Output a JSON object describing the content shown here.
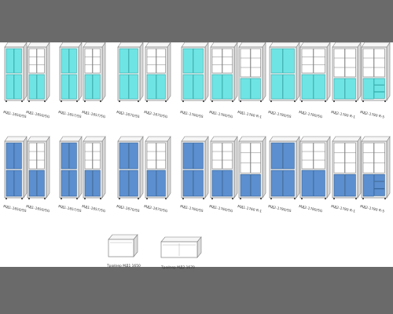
{
  "colors": {
    "band": "#6a6a6a",
    "row1_fill": "#6fe4e4",
    "row1_stroke": "#2aa7a7",
    "row2_fill": "#5c8fcf",
    "row2_stroke": "#2f5f96",
    "body_fill": "#efefef",
    "body_stroke": "#808080"
  },
  "rows": [
    {
      "name": "row-1",
      "items": [
        {
          "label": "МД1-1650/SS",
          "glazed": false,
          "doors": 2
        },
        {
          "label": "МД1-1650/SG",
          "glazed": true,
          "doors": 2
        },
        {
          "label": "МД1-1657/SS",
          "glazed": false,
          "doors": 2
        },
        {
          "label": "МД1-1657/SG",
          "glazed": true,
          "doors": 2
        },
        {
          "label": "МД2-1670/SS",
          "glazed": false,
          "doors": 2
        },
        {
          "label": "МД2-1670/SG",
          "glazed": true,
          "doors": 2
        },
        {
          "label": "МД1-1760/SS",
          "glazed": false,
          "doors": 2
        },
        {
          "label": "МД1-1760/SG",
          "glazed": true,
          "doors": 2
        },
        {
          "label": "МД1-1760 R-1",
          "glazed": true,
          "doors": 3
        },
        {
          "label": "МД2-1780/SS",
          "glazed": false,
          "doors": 2
        },
        {
          "label": "МД2-1780/SG",
          "glazed": true,
          "doors": 2
        },
        {
          "label": "МД2-1780 R-1",
          "glazed": true,
          "doors": 3
        },
        {
          "label": "МД2-1780 R-5",
          "glazed": true,
          "doors": 4
        }
      ]
    },
    {
      "name": "row-2",
      "items": [
        {
          "label": "МД1-1650/SS",
          "glazed": false,
          "doors": 2
        },
        {
          "label": "МД1-1650/SG",
          "glazed": true,
          "doors": 2
        },
        {
          "label": "МД1-1657/SS",
          "glazed": false,
          "doors": 2
        },
        {
          "label": "МД1-1657/SG",
          "glazed": true,
          "doors": 2
        },
        {
          "label": "МД2-1670/SS",
          "glazed": false,
          "doors": 2
        },
        {
          "label": "МД2-1670/SG",
          "glazed": true,
          "doors": 2
        },
        {
          "label": "МД1-1760/SS",
          "glazed": false,
          "doors": 2
        },
        {
          "label": "МД1-1760/SG",
          "glazed": true,
          "doors": 2
        },
        {
          "label": "МД1-1760 R-1",
          "glazed": true,
          "doors": 3
        },
        {
          "label": "МД2-1780/SS",
          "glazed": false,
          "doors": 2
        },
        {
          "label": "МД2-1780/SG",
          "glazed": true,
          "doors": 2
        },
        {
          "label": "МД2-1780 R-1",
          "glazed": true,
          "doors": 3
        },
        {
          "label": "МД2-1780 R-5",
          "glazed": true,
          "doors": 4
        }
      ]
    }
  ],
  "accessories": [
    {
      "label": "Тройзер МД1 1650"
    },
    {
      "label": "Тройзер МД2 1670"
    }
  ]
}
